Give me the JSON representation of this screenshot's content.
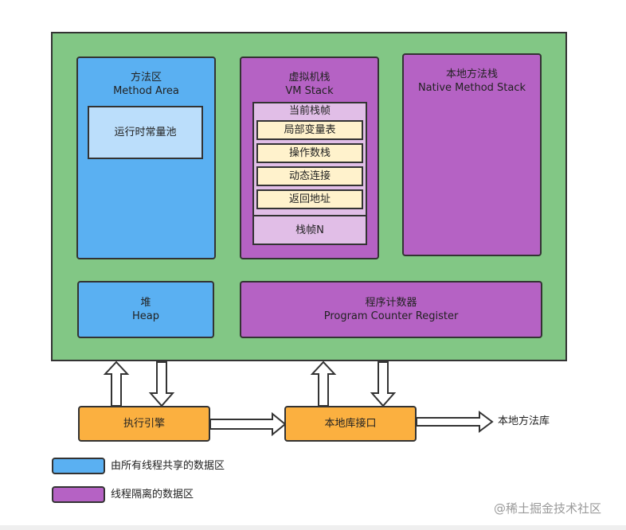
{
  "jvm": {
    "method_area": {
      "title_cn": "方法区",
      "title_en": "Method Area",
      "constant_pool": "运行时常量池"
    },
    "vm_stack": {
      "title_cn": "虚拟机栈",
      "title_en": "VM Stack",
      "current_frame": "当前栈帧",
      "frame_items": [
        "局部变量表",
        "操作数栈",
        "动态连接",
        "返回地址"
      ],
      "frame_n": "栈帧N"
    },
    "native_stack": {
      "title_cn": "本地方法栈",
      "title_en": "Native Method Stack"
    },
    "heap": {
      "title_cn": "堆",
      "title_en": "Heap"
    },
    "pc_register": {
      "title_cn": "程序计数器",
      "title_en": "Program Counter Register"
    }
  },
  "bottom": {
    "execution_engine": "执行引擎",
    "native_interface": "本地库接口",
    "native_library": "本地方法库"
  },
  "legend": {
    "shared": "由所有线程共享的数据区",
    "isolated": "线程隔离的数据区"
  },
  "watermark": "@稀土掘金技术社区",
  "colors": {
    "jvm_bg": "#82c785",
    "shared": "#5ab0f2",
    "isolated": "#b562c4",
    "frame_bg": "#e1bee7",
    "frame_item": "#fff2cc",
    "constant_pool": "#bbdefb",
    "engine": "#fbb040"
  }
}
